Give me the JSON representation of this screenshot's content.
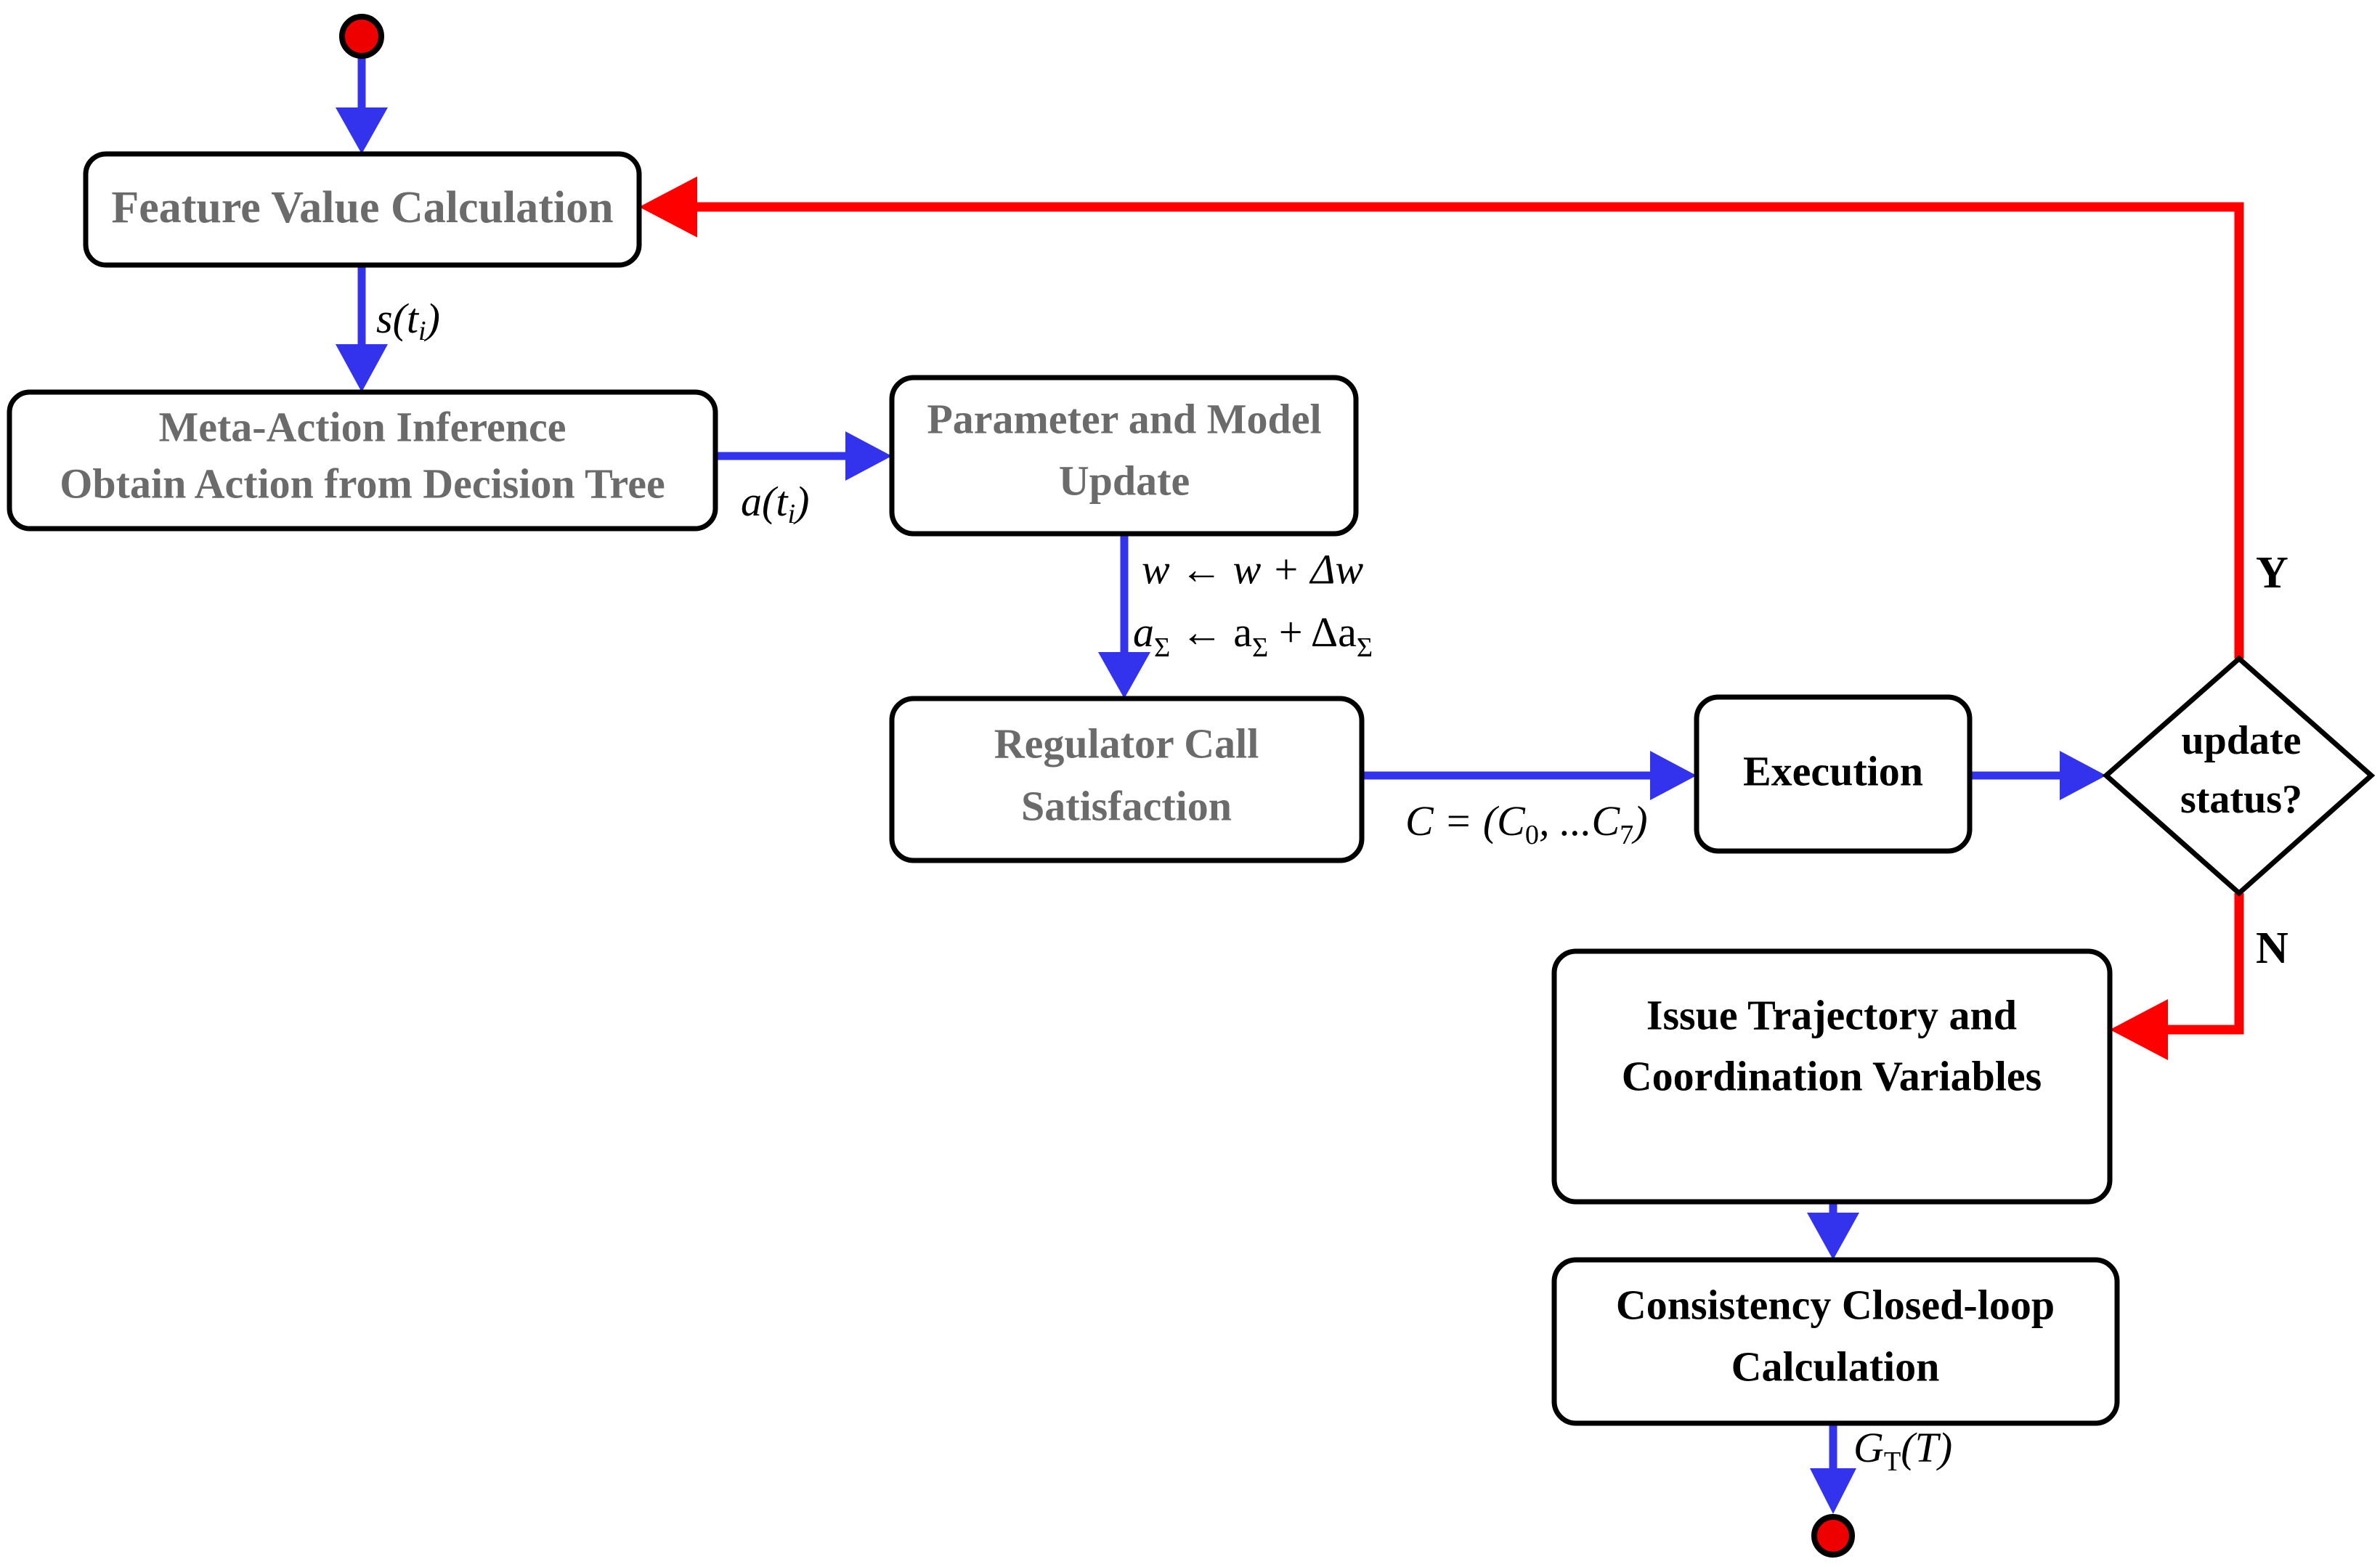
{
  "diagram": {
    "title": "Closed-loop Meta-Action Decision Flowchart",
    "colors": {
      "flow_blue": "#3333ee",
      "feedback_red": "#ff0000",
      "terminal_red": "#ee0000",
      "gray_text": "#6b6b6b",
      "black_text": "#000000",
      "node_border": "#000000",
      "node_fill": "#ffffff"
    },
    "nodes": [
      {
        "id": "start",
        "type": "terminal-start",
        "shape": "circle",
        "label": ""
      },
      {
        "id": "feature-value-calculation",
        "type": "process",
        "shape": "rounded-rect",
        "text_color": "gray",
        "lines": [
          "Feature Value Calculation"
        ]
      },
      {
        "id": "meta-action-inference",
        "type": "process",
        "shape": "rounded-rect",
        "text_color": "gray",
        "lines": [
          "Meta-Action Inference",
          "Obtain Action from Decision Tree"
        ]
      },
      {
        "id": "parameter-and-model-update",
        "type": "process",
        "shape": "rounded-rect",
        "text_color": "gray",
        "lines": [
          "Parameter and Model",
          "Update"
        ]
      },
      {
        "id": "regulator-call-satisfaction",
        "type": "process",
        "shape": "rounded-rect",
        "text_color": "gray",
        "lines": [
          "Regulator Call",
          "Satisfaction"
        ]
      },
      {
        "id": "execution",
        "type": "process",
        "shape": "rounded-rect",
        "text_color": "black",
        "lines": [
          "Execution"
        ]
      },
      {
        "id": "update-status-decision",
        "type": "decision",
        "shape": "diamond",
        "text_color": "black",
        "lines": [
          "update",
          "status?"
        ]
      },
      {
        "id": "issue-trajectory-and-coordination-variables",
        "type": "process",
        "shape": "rounded-rect",
        "text_color": "black",
        "lines": [
          "Issue Trajectory and",
          "Coordination Variables"
        ]
      },
      {
        "id": "consistency-closed-loop-calculation",
        "type": "process",
        "shape": "rounded-rect",
        "text_color": "black",
        "lines": [
          "Consistency Closed-loop",
          "Calculation"
        ]
      },
      {
        "id": "end",
        "type": "terminal-end",
        "shape": "circle",
        "label": ""
      }
    ],
    "edges": [
      {
        "id": "start-to-feature",
        "from": "start",
        "to": "feature-value-calculation",
        "color": "blue",
        "label": ""
      },
      {
        "id": "feature-to-meta",
        "from": "feature-value-calculation",
        "to": "meta-action-inference",
        "color": "blue",
        "label": "s(ti)",
        "label_base": "s(t",
        "label_sub": "i",
        "label_tail": ")"
      },
      {
        "id": "meta-to-parameter",
        "from": "meta-action-inference",
        "to": "parameter-and-model-update",
        "color": "blue",
        "label": "a(ti)",
        "label_base": "a(t",
        "label_sub": "i",
        "label_tail": ")"
      },
      {
        "id": "parameter-to-regulator",
        "from": "parameter-and-model-update",
        "to": "regulator-call-satisfaction",
        "color": "blue",
        "label_line1": "w ← w + Δw",
        "label_line2_base": "a",
        "label_line2_sub1": "Σ",
        "label_line2_mid": " ← a",
        "label_line2_sub2": "Σ",
        "label_line2_mid2": " + Δa",
        "label_line2_sub3": "Σ"
      },
      {
        "id": "regulator-to-execution",
        "from": "regulator-call-satisfaction",
        "to": "execution",
        "color": "blue",
        "label_base": "C = (C",
        "label_sub1": "0",
        "label_mid": ", ...C",
        "label_sub2": "7",
        "label_tail": ")"
      },
      {
        "id": "execution-to-decision",
        "from": "execution",
        "to": "update-status-decision",
        "color": "blue",
        "label": ""
      },
      {
        "id": "decision-yes-to-feature",
        "from": "update-status-decision",
        "to": "feature-value-calculation",
        "color": "red",
        "label": "Y"
      },
      {
        "id": "decision-no-to-issue-trajectory",
        "from": "update-status-decision",
        "to": "issue-trajectory-and-coordination-variables",
        "color": "red",
        "label": "N"
      },
      {
        "id": "issue-to-consistency",
        "from": "issue-trajectory-and-coordination-variables",
        "to": "consistency-closed-loop-calculation",
        "color": "blue",
        "label": ""
      },
      {
        "id": "consistency-to-end",
        "from": "consistency-closed-loop-calculation",
        "to": "end",
        "color": "blue",
        "label_base": "G",
        "label_sub": "T",
        "label_tail": "(T)"
      }
    ]
  },
  "labels": {
    "feature_value_calculation": "Feature Value Calculation",
    "meta_action_line1": "Meta-Action Inference",
    "meta_action_line2": "Obtain Action from Decision Tree",
    "parameter_update_line1": "Parameter and Model",
    "parameter_update_line2": "Update",
    "regulator_line1": "Regulator Call",
    "regulator_line2": "Satisfaction",
    "execution": "Execution",
    "decision_line1": "update",
    "decision_line2": "status?",
    "issue_line1": "Issue Trajectory and",
    "issue_line2": "Coordination Variables",
    "consistency_line1": "Consistency Closed-loop",
    "consistency_line2": "Calculation",
    "branch_yes": "Y",
    "branch_no": "N",
    "edge_s_base": "s(t",
    "edge_s_sub": "i",
    "edge_s_tail": ")",
    "edge_a_base": "a(t",
    "edge_a_sub": "i",
    "edge_a_tail": ")",
    "edge_w_update": "w ← w + Δw",
    "edge_a_sigma_base": "a",
    "edge_a_sigma_sub1": "Σ",
    "edge_a_sigma_mid1": " ← a",
    "edge_a_sigma_sub2": "Σ",
    "edge_a_sigma_mid2": " + Δa",
    "edge_a_sigma_sub3": "Σ",
    "edge_c_base": "C = (C",
    "edge_c_sub1": "0",
    "edge_c_mid": ", ...C",
    "edge_c_sub2": "7",
    "edge_c_tail": ")",
    "edge_gt_base": "G",
    "edge_gt_sub": "T",
    "edge_gt_tail": "(T)"
  }
}
